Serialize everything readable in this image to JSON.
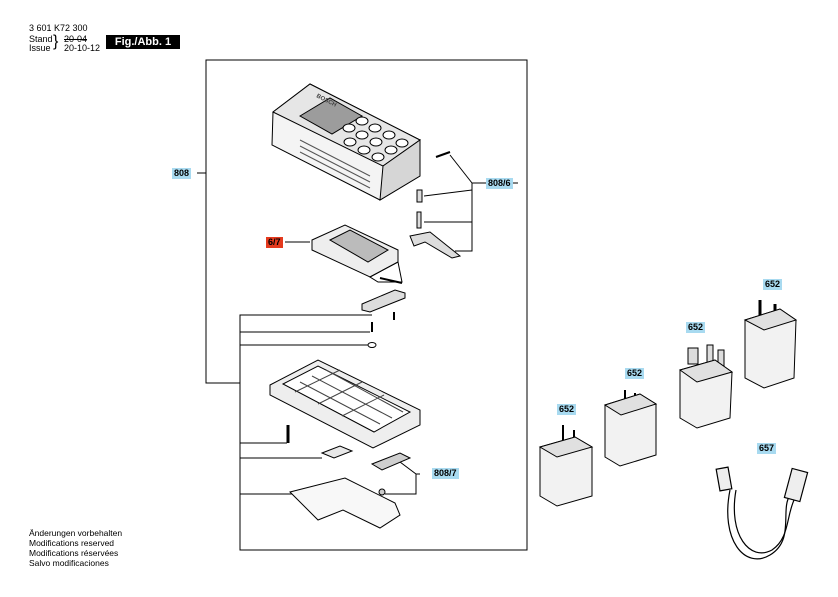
{
  "header": {
    "part_number": "3 601 K72 300",
    "stand_label": "Stand",
    "issue_label": "Issue",
    "stand_value": "20-04",
    "issue_value": "20-10-12",
    "figure_label": "Fig./Abb. 1"
  },
  "callouts": {
    "c808": "808",
    "c808_6": "808/6",
    "c6_7": "6/7",
    "c808_7": "808/7",
    "c652_a": "652",
    "c652_b": "652",
    "c652_c": "652",
    "c652_d": "652",
    "c657": "657"
  },
  "device": {
    "brand": "BOSCH"
  },
  "colors": {
    "callout_bg": "#a8daf0",
    "highlight_bg": "#e53a1e"
  },
  "footer": {
    "line1": "Änderungen vorbehalten",
    "line2": "Modifications reserved",
    "line3": "Modifications réservées",
    "line4": "Salvo modificaciones"
  }
}
